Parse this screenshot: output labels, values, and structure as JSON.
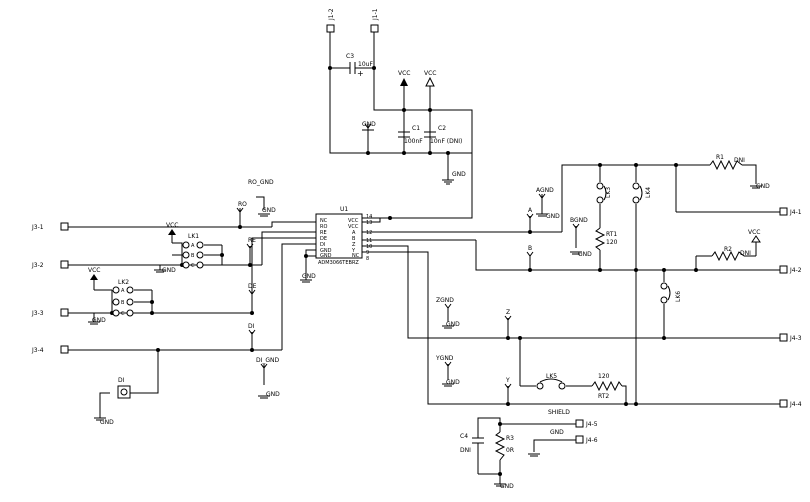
{
  "connectors": {
    "j1_2": "J1-2",
    "j1_1": "J1-1",
    "j3_1": "J3-1",
    "j3_2": "J3-2",
    "j3_3": "J3-3",
    "j3_4": "J3-4",
    "j4_1": "J4-1",
    "j4_2": "J4-2",
    "j4_3": "J4-3",
    "j4_4": "J4-4",
    "j4_5": "J4-5",
    "j4_6": "J4-6"
  },
  "components": {
    "c3": "C3",
    "c3_value": "10uF",
    "c1": "C1",
    "c1_value": "100nF",
    "c2": "C2",
    "c2_value": "10nF (DNI)",
    "c4": "C4",
    "c4_value": "DNI",
    "r1": "R1",
    "r1_value": "DNI",
    "r2": "R2",
    "r2_value": "DNI",
    "r3": "R3",
    "r3_value": "0R",
    "rt1": "RT1",
    "rt1_value": "120",
    "rt2": "RT2",
    "rt2_value": "120",
    "lk1": "LK1",
    "lk2": "LK2",
    "lk3": "LK3",
    "lk4": "LK4",
    "lk5": "LK5",
    "lk6": "LK6",
    "u1": "U1",
    "u1_part": "ADM3066TEBRZ",
    "di": "DI"
  },
  "nets": {
    "vcc": "VCC",
    "gnd": "GND",
    "ro_gnd": "RO_GND",
    "di_gnd": "DI_GND",
    "agnd": "AGND",
    "bgnd": "BGND",
    "zgnd": "ZGND",
    "ygnd": "YGND",
    "ro": "RO",
    "re": "RE",
    "de": "DE",
    "di": "DI",
    "a": "A",
    "b": "B",
    "z": "Z",
    "y": "Y",
    "shield": "SHIELD"
  },
  "jumper_letters": {
    "a": "A",
    "b": "B",
    "c": "C"
  },
  "u1_pins": {
    "left": [
      "NC",
      "RO",
      "RE",
      "DE",
      "DI",
      "GND",
      "GND"
    ],
    "right_names": [
      "VCC",
      "VCC",
      "A",
      "B",
      "Z",
      "Y",
      "NC"
    ],
    "right_nums": [
      "14",
      "13",
      "12",
      "11",
      "10",
      "9",
      "8"
    ]
  }
}
